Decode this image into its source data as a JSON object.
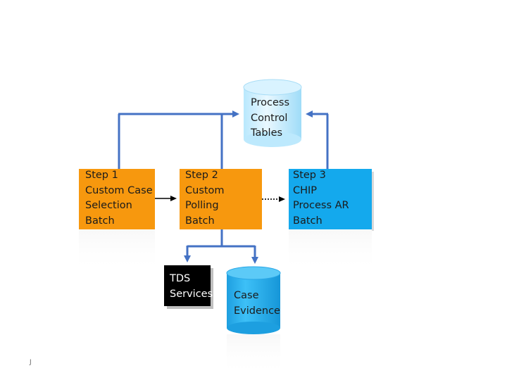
{
  "diagram": {
    "colors": {
      "step_orange": "#f7980e",
      "step_blue": "#14a9ed",
      "cylinder_blue": "#31b6f2",
      "connector_blue": "#4472c4",
      "tds_black": "#000000"
    },
    "nodes": {
      "process_control_tables": {
        "lines": [
          "Process",
          "Control",
          "Tables"
        ],
        "shape": "cylinder"
      },
      "step1": {
        "lines": [
          "Step 1",
          "Custom Case",
          "Selection",
          "Batch"
        ],
        "shape": "box"
      },
      "step2": {
        "lines": [
          "Step 2",
          "Custom",
          "Polling",
          "Batch"
        ],
        "shape": "box"
      },
      "step3": {
        "lines": [
          "Step 3",
          "CHIP",
          "Process AR",
          "Batch"
        ],
        "shape": "box"
      },
      "tds_services": {
        "lines": [
          "TDS",
          "Services"
        ],
        "shape": "box"
      },
      "case_evidence": {
        "lines": [
          "Case",
          "Evidence"
        ],
        "shape": "cylinder"
      }
    },
    "footer_mark": "J"
  }
}
